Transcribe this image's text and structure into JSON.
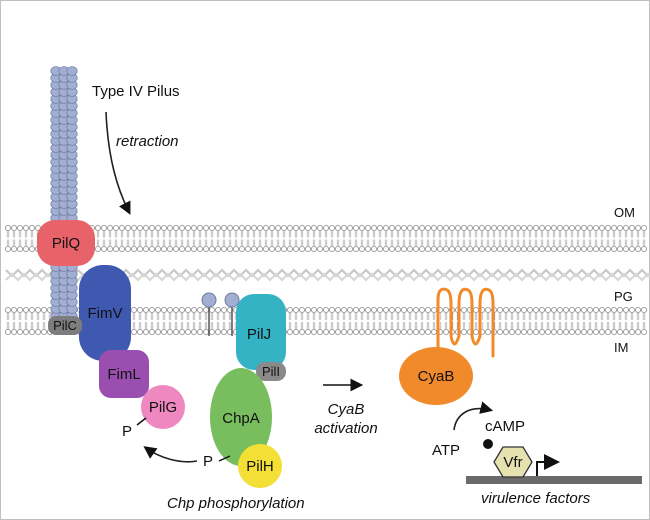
{
  "labels": {
    "type_iv_pilus": "Type IV Pilus",
    "retraction": "retraction",
    "cyab_activation_line1": "CyaB",
    "cyab_activation_line2": "activation",
    "chp_phosphorylation": "Chp phosphorylation",
    "virulence_factors": "virulence factors",
    "atp": "ATP",
    "camp": "cAMP",
    "p1": "P",
    "p2": "P"
  },
  "layers": {
    "om": "OM",
    "pg": "PG",
    "im": "IM"
  },
  "proteins": {
    "pilq": "PilQ",
    "fimv": "FimV",
    "pilc": "PilC",
    "fiml": "FimL",
    "pilg": "PilG",
    "pilj": "PilJ",
    "pili": "PilI",
    "chpa": "ChpA",
    "pilh": "PilH",
    "cyab": "CyaB",
    "vfr": "Vfr"
  },
  "colors": {
    "pilq": "#e8626a",
    "fimv": "#3f58b0",
    "pilc": "#7d7d7d",
    "fiml": "#9a4fb0",
    "pilg": "#ef87c0",
    "pilj": "#33b3c4",
    "pili": "#8a8a8a",
    "chpa": "#79be5e",
    "pilh": "#f3df35",
    "cyab": "#f08a2a",
    "vfr": "#e6e2b0",
    "pilus": "#a3afd2",
    "membrane": "#9a9a9a",
    "dna": "#6b6b6b"
  }
}
